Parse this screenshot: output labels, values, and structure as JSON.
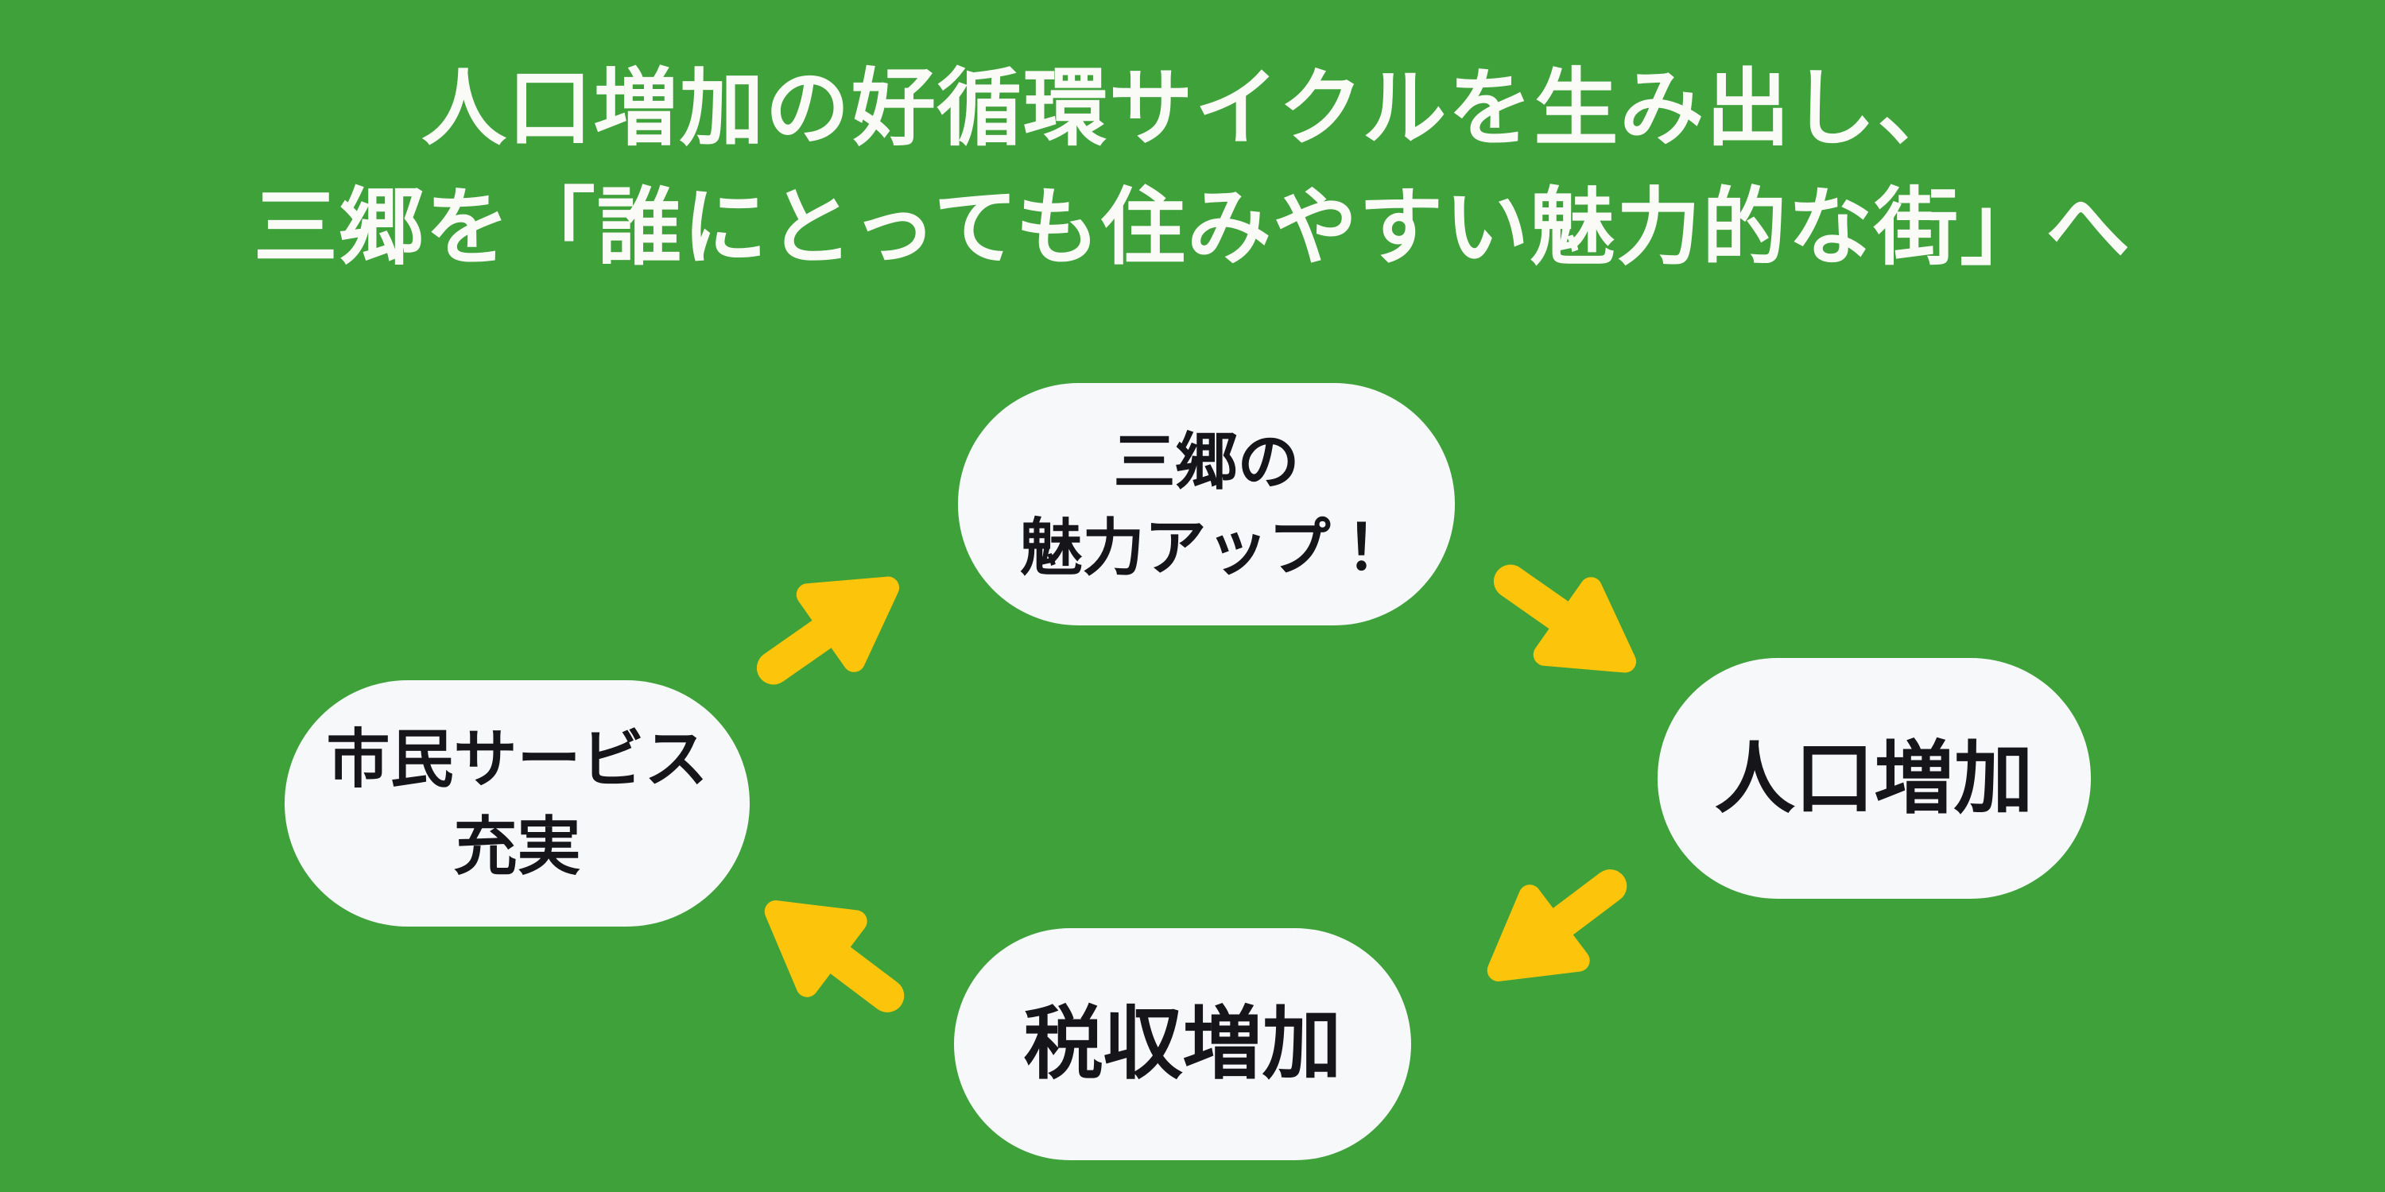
{
  "title": {
    "line1": "人口増加の好循環サイクルを生み出し、",
    "line2": "三郷を「誰にとっても住みやすい魅力的な街」へ"
  },
  "cycle": {
    "nodes": [
      {
        "id": "attraction",
        "lines": [
          "三郷の",
          "魅力アップ！"
        ]
      },
      {
        "id": "population",
        "lines": [
          "人口増加"
        ]
      },
      {
        "id": "tax",
        "lines": [
          "税収増加"
        ]
      },
      {
        "id": "services",
        "lines": [
          "市民サービス",
          "充実"
        ]
      }
    ],
    "arrows": [
      {
        "id": "services-to-attraction",
        "from": "市民サービス充実",
        "to": "三郷の魅力アップ！",
        "direction": "up-right"
      },
      {
        "id": "attraction-to-population",
        "from": "三郷の魅力アップ！",
        "to": "人口増加",
        "direction": "down-right"
      },
      {
        "id": "population-to-tax",
        "from": "人口増加",
        "to": "税収増加",
        "direction": "down-left"
      },
      {
        "id": "tax-to-services",
        "from": "税収増加",
        "to": "市民サービス充実",
        "direction": "up-left"
      }
    ]
  },
  "colors": {
    "background": "#3EA13A",
    "arrow": "#FCC40A",
    "node_fill": "#F6F8FA",
    "node_text": "#16161A",
    "title_text": "#FAFAF6"
  }
}
